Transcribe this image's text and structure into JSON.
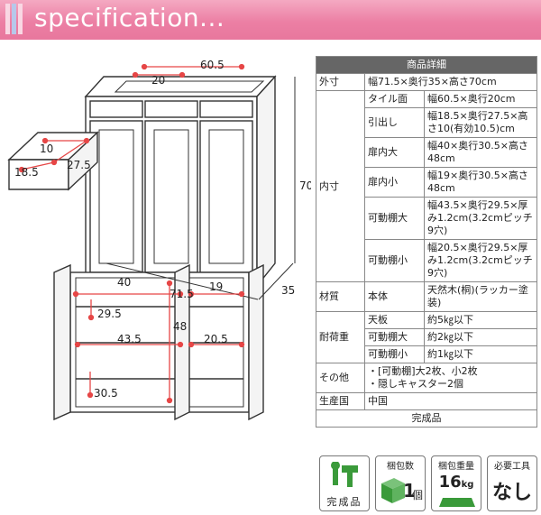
{
  "header": {
    "title": "specification..."
  },
  "dims": {
    "top_w": "60.5",
    "top_d": "20",
    "height": "70",
    "width": "71.5",
    "depth": "35",
    "drawer_h": "10",
    "drawer_w": "18.5",
    "drawer_d": "27.5",
    "door_l": "40",
    "door_r": "19",
    "shelf_l_d": "29.5",
    "inner_h": "48",
    "shelf_l_w": "43.5",
    "shelf_r_w": "20.5",
    "bottom_d": "30.5"
  },
  "spec": {
    "title": "商品詳細",
    "outer_label": "外寸",
    "outer_value": "幅71.5×奥行35×高さ70cm",
    "inner_label": "内寸",
    "tile_label": "タイル面",
    "tile_value": "幅60.5×奥行20cm",
    "drawer_label": "引出し",
    "drawer_value": "幅18.5×奥行27.5×高さ10(有効10.5)cm",
    "door_large_label": "扉内大",
    "door_large_value": "幅40×奥行30.5×高さ48cm",
    "door_small_label": "扉内小",
    "door_small_value": "幅19×奥行30.5×高さ48cm",
    "shelf_large_label": "可動棚大",
    "shelf_large_value": "幅43.5×奥行29.5×厚み1.2cm(3.2cmピッチ9穴)",
    "shelf_small_label": "可動棚小",
    "shelf_small_value": "幅20.5×奥行29.5×厚み1.2cm(3.2cmピッチ9穴)",
    "material_label": "材質",
    "material_sub": "本体",
    "material_value": "天然木(桐)(ラッカー塗装)",
    "load_label": "耐荷重",
    "load_top_label": "天板",
    "load_top_value": "約5㎏以下",
    "load_shelf_large_label": "可動棚大",
    "load_shelf_large_value": "約2㎏以下",
    "load_shelf_small_label": "可動棚小",
    "load_shelf_small_value": "約1㎏以下",
    "other_label": "その他",
    "other_value1": "・[可動棚]大2枚、小2枚",
    "other_value2": "・隠しキャスター2個",
    "origin_label": "生産国",
    "origin_value": "中国",
    "finish": "完成品"
  },
  "icons": {
    "complete_label": "完成品",
    "packages_label": "梱包数",
    "packages_value": "1",
    "packages_unit": "個",
    "weight_label": "梱包重量",
    "weight_value": "16",
    "weight_unit": "kg",
    "tools_label": "必要工具",
    "tools_value": "なし"
  }
}
